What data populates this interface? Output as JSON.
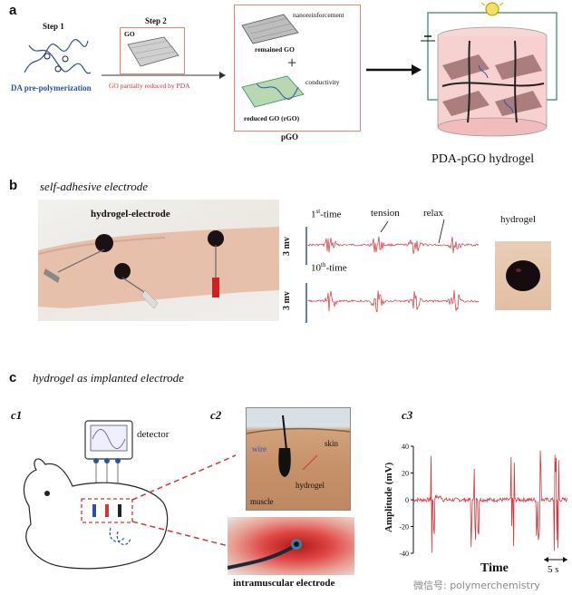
{
  "panel_a": {
    "letter": "a",
    "step1": "Step 1",
    "step2": "Step 2",
    "step1_caption": "DA pre-polymerization",
    "go_label": "GO",
    "arrow_caption": "GO partially reduced by PDA",
    "nanoreinforcement": "nanoreinforcement",
    "remained_go": "remained GO",
    "plus": "+",
    "conductivity": "conductivity",
    "reduced_go": "reduced GO (rGO)",
    "pgo": "pGO",
    "hydrogel_title": "PDA-pGO hydrogel"
  },
  "panel_b": {
    "letter": "b",
    "title": "self-adhesive electrode",
    "hydrogel_electrode": "hydrogel-electrode",
    "first_prefix": "1",
    "first_sup": "st",
    "first_suffix": "-time",
    "tenth_prefix": "10",
    "tenth_sup": "th",
    "tenth_suffix": "-time",
    "tension": "tension",
    "relax": "relax",
    "scale_top": "3 mv",
    "scale_bottom": "3 mv",
    "hydrogel": "hydrogel"
  },
  "panel_c": {
    "letter": "c",
    "title": "hydrogel as implanted  electrode",
    "c1": "c1",
    "c2": "c2",
    "c3": "c3",
    "detector": "detector",
    "wire": "wire",
    "skin": "skin",
    "hydrogel": "hydrogel",
    "muscle": "muscle",
    "intramuscular": "intramuscular electrode",
    "ylabel": "Amplitude (mV)",
    "xlabel": "Time",
    "scalebar": "5 s",
    "yticks": [
      "40",
      "20",
      "0",
      "-20",
      "-40"
    ]
  },
  "watermark": "微信号: polymerchemistry",
  "colors": {
    "red": "#d4343a",
    "blue": "#2f50a8",
    "orange_box": "#e8876a",
    "green_wire": "#3c8a70"
  }
}
